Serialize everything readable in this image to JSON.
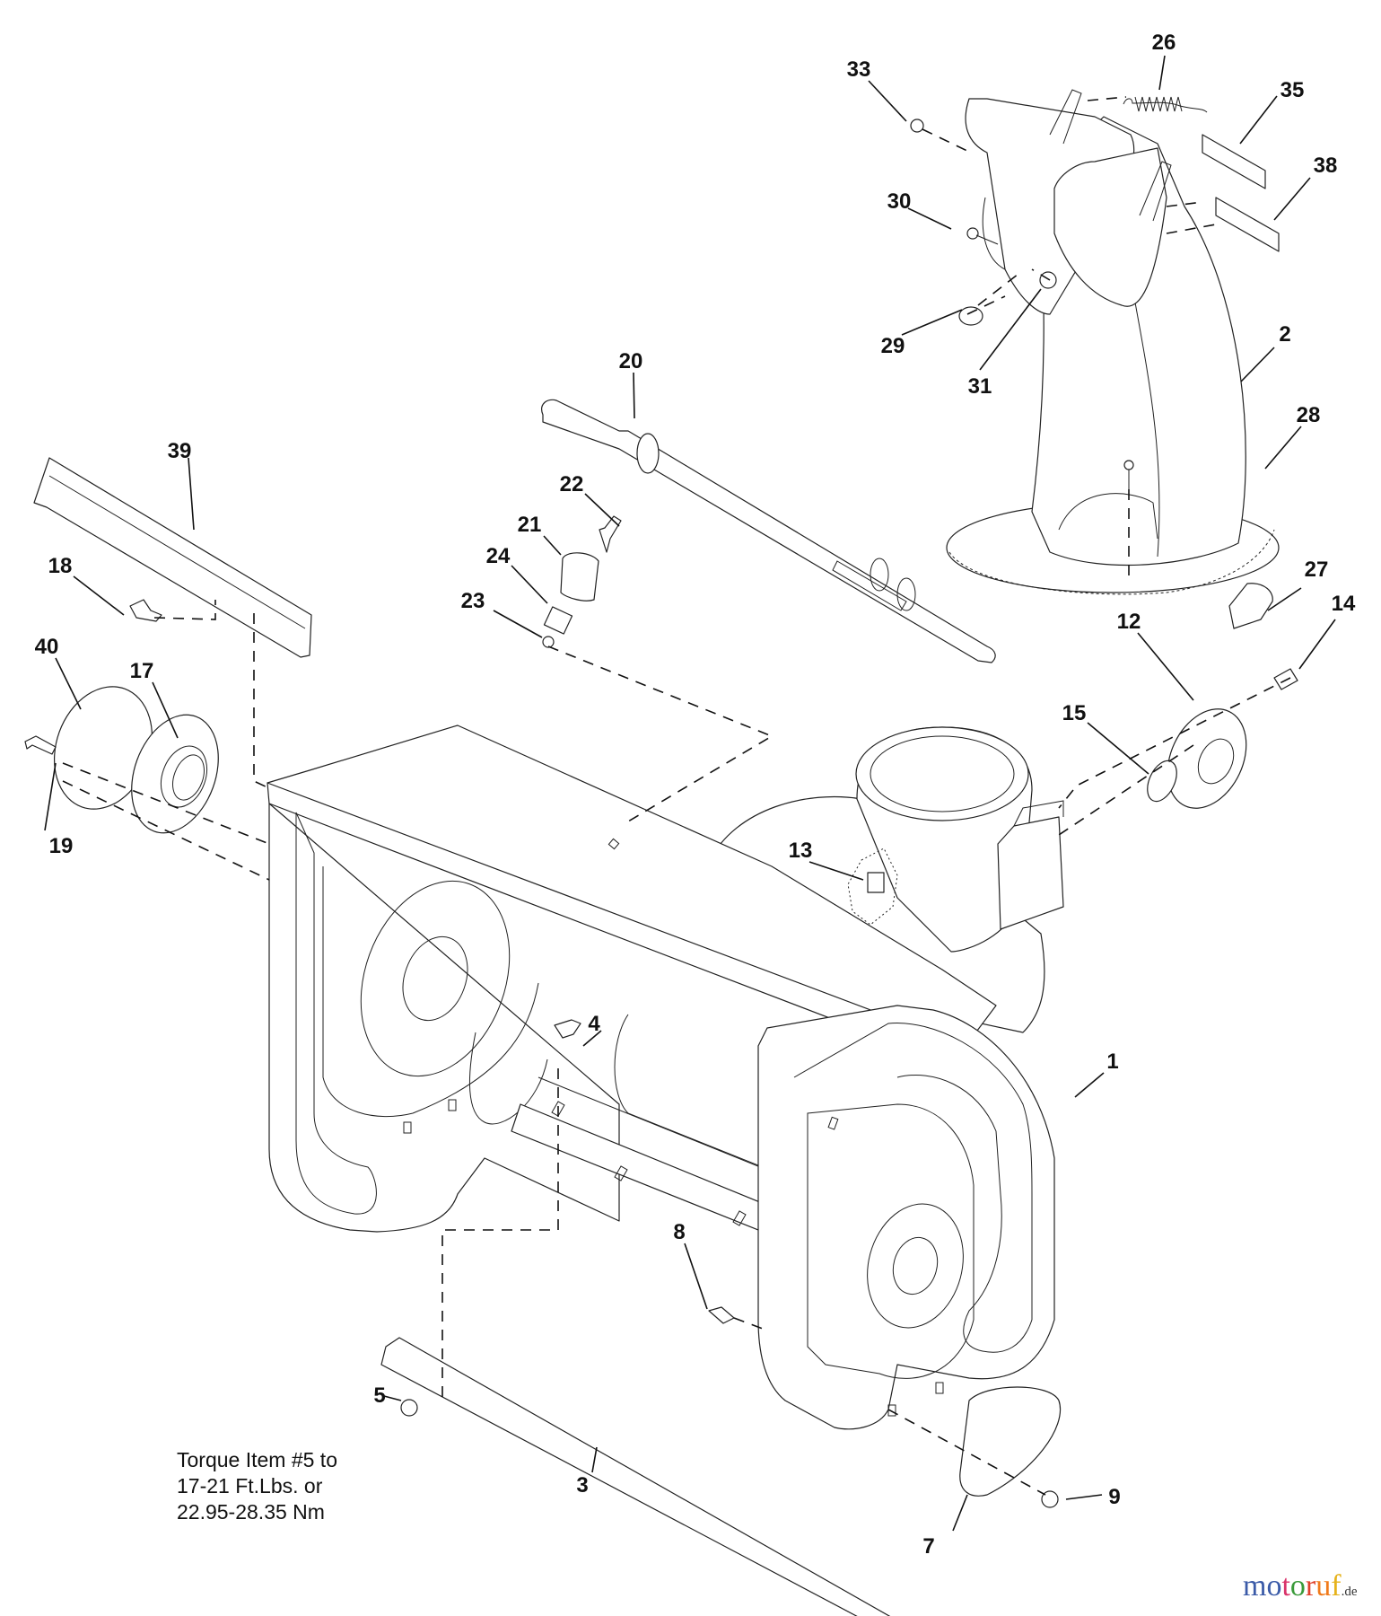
{
  "diagram": {
    "type": "exploded-parts-diagram",
    "subject": "Snow thrower auger housing and discharge chute",
    "callouts": [
      {
        "id": "1",
        "label": "1"
      },
      {
        "id": "2",
        "label": "2"
      },
      {
        "id": "3",
        "label": "3"
      },
      {
        "id": "4",
        "label": "4"
      },
      {
        "id": "5",
        "label": "5"
      },
      {
        "id": "7",
        "label": "7"
      },
      {
        "id": "8",
        "label": "8"
      },
      {
        "id": "9",
        "label": "9"
      },
      {
        "id": "12",
        "label": "12"
      },
      {
        "id": "13",
        "label": "13"
      },
      {
        "id": "14",
        "label": "14"
      },
      {
        "id": "15",
        "label": "15"
      },
      {
        "id": "17",
        "label": "17"
      },
      {
        "id": "18",
        "label": "18"
      },
      {
        "id": "19",
        "label": "19"
      },
      {
        "id": "20",
        "label": "20"
      },
      {
        "id": "21",
        "label": "21"
      },
      {
        "id": "22",
        "label": "22"
      },
      {
        "id": "23",
        "label": "23"
      },
      {
        "id": "24",
        "label": "24"
      },
      {
        "id": "26",
        "label": "26"
      },
      {
        "id": "27",
        "label": "27"
      },
      {
        "id": "28",
        "label": "28"
      },
      {
        "id": "29",
        "label": "29"
      },
      {
        "id": "30",
        "label": "30"
      },
      {
        "id": "31",
        "label": "31"
      },
      {
        "id": "33",
        "label": "33"
      },
      {
        "id": "35",
        "label": "35"
      },
      {
        "id": "38",
        "label": "38"
      },
      {
        "id": "39",
        "label": "39"
      },
      {
        "id": "40",
        "label": "40"
      }
    ]
  },
  "note": {
    "lines": [
      "Torque Item #5 to",
      "17-21 Ft.Lbs. or",
      "22.95-28.35 Nm"
    ]
  },
  "watermark": {
    "letters": [
      "m",
      "o",
      "t",
      "o",
      "r",
      "u",
      "f"
    ],
    "colors": [
      "#3b5ba8",
      "#3b5ba8",
      "#d9336a",
      "#3a9a3a",
      "#e0402a",
      "#f07a1a",
      "#e6b21a"
    ],
    "suffix": ".de"
  }
}
